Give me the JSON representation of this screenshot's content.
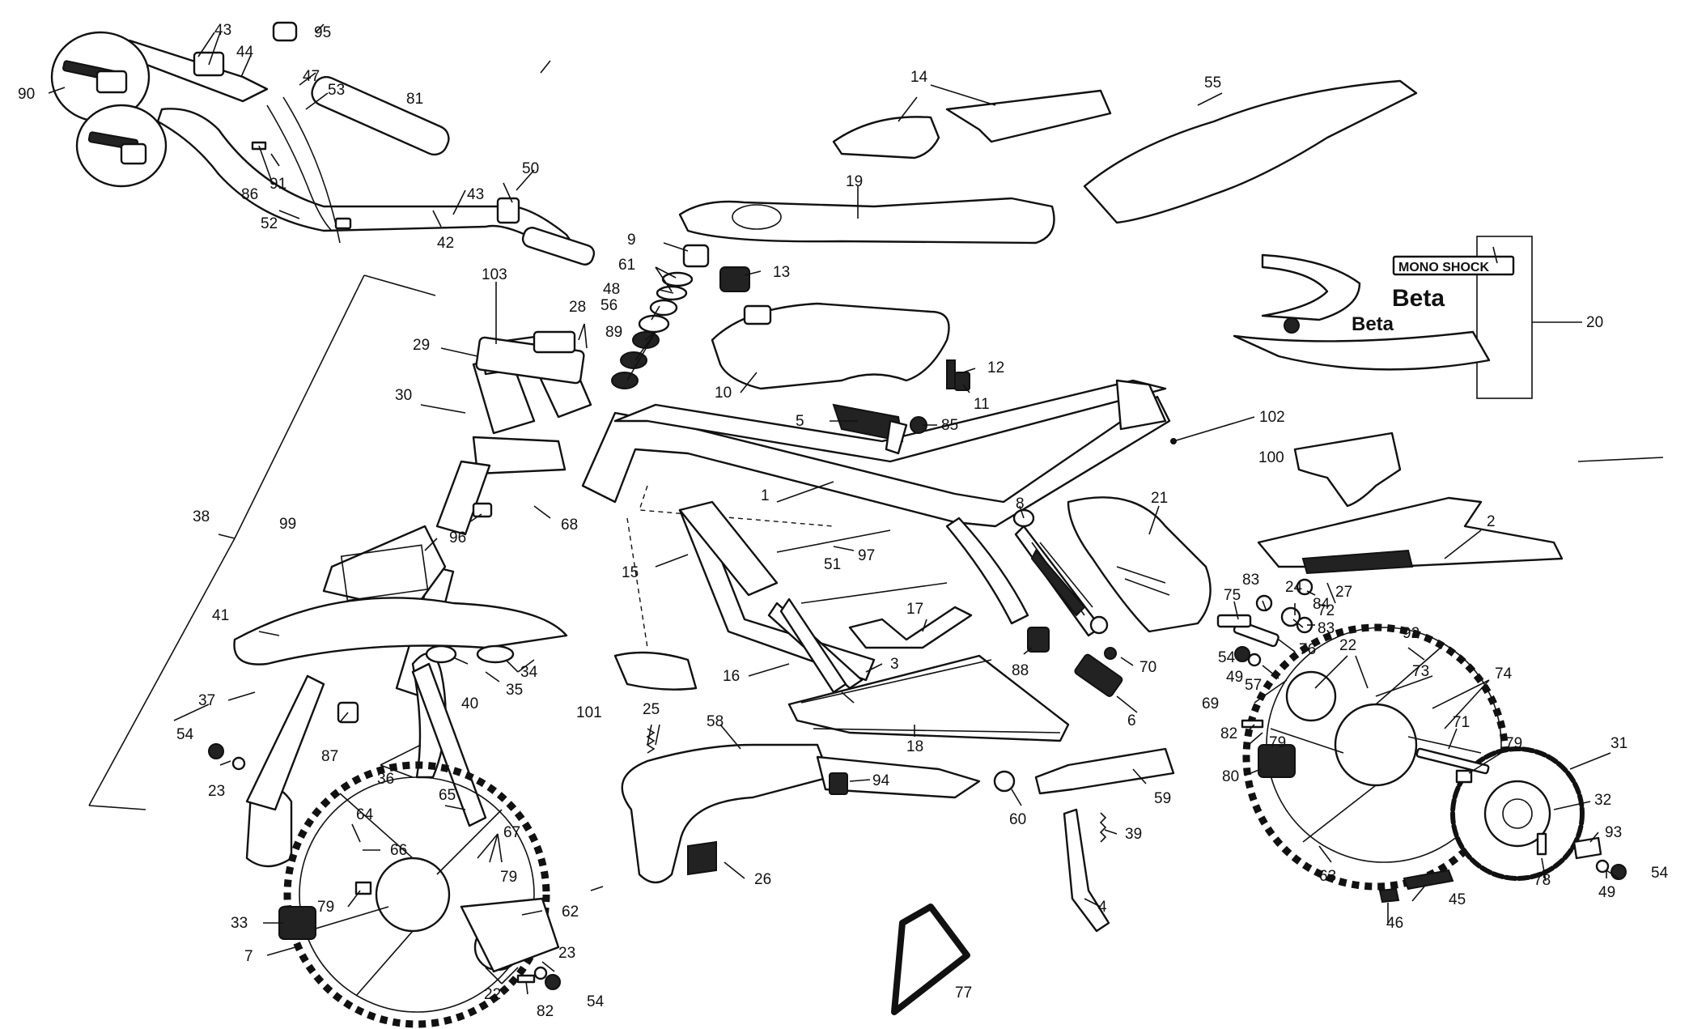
{
  "callouts": [
    "1",
    "2",
    "3",
    "4",
    "5",
    "6",
    "7",
    "8",
    "9",
    "10",
    "11",
    "12",
    "13",
    "14",
    "15",
    "16",
    "17",
    "18",
    "19",
    "20",
    "21",
    "22",
    "23",
    "24",
    "25",
    "26",
    "27",
    "28",
    "29",
    "30",
    "31",
    "32",
    "33",
    "34",
    "35",
    "36",
    "37",
    "38",
    "39",
    "40",
    "41",
    "42",
    "43",
    "44",
    "45",
    "46",
    "47",
    "48",
    "49",
    "50",
    "51",
    "52",
    "53",
    "54",
    "55",
    "56",
    "57",
    "58",
    "59",
    "60",
    "61",
    "62",
    "63",
    "64",
    "65",
    "66",
    "67",
    "68",
    "69",
    "70",
    "71",
    "72",
    "73",
    "74",
    "75",
    "76",
    "77",
    "78",
    "79",
    "80",
    "81",
    "82",
    "83",
    "84",
    "85",
    "86",
    "87",
    "88",
    "89",
    "90",
    "91",
    "92",
    "93",
    "94",
    "95",
    "96",
    "97",
    "99",
    "100",
    "101",
    "102",
    "103"
  ],
  "decals": {
    "mono_shock": "MONO SHOCK",
    "brand": "Beta"
  }
}
